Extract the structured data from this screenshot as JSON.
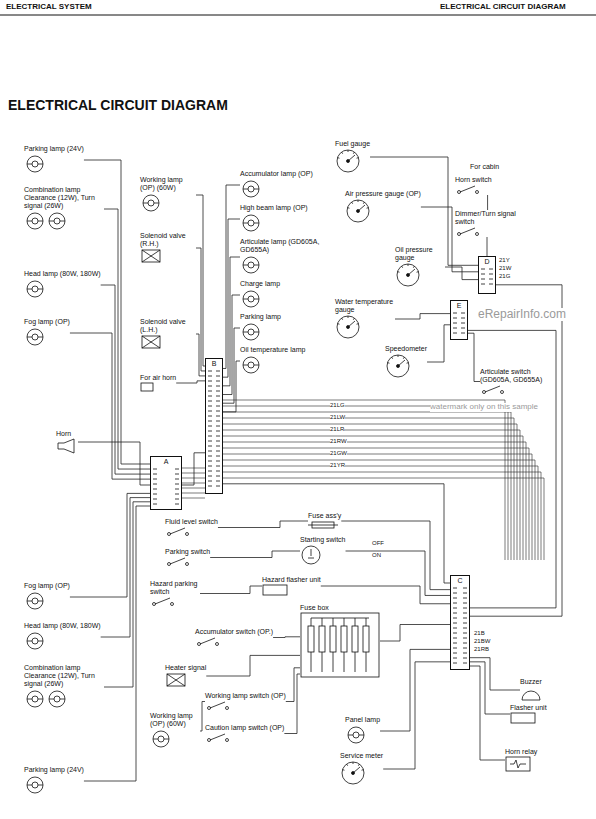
{
  "diagram": {
    "title": "ELECTRICAL CIRCUIT DIAGRAM",
    "nodes": [
      {
        "text": [
          "Parking lamp (24V)"
        ]
      },
      {
        "text": [
          "Combination lamp",
          "Clearance (12W), Turn signal (26W)"
        ]
      },
      {
        "text": [
          "Head lamp (80W, 180W)"
        ]
      },
      {
        "text": [
          "Fog lamp (OP)"
        ]
      },
      {
        "text": [
          "Horn"
        ]
      },
      {
        "text": [
          "Fog lamp (OP)"
        ]
      },
      {
        "text": [
          "Head lamp (80W, 180W)"
        ]
      },
      {
        "text": [
          "Combination lamp",
          "Clearance (12W), Turn signal (26W)"
        ]
      },
      {
        "text": [
          "Parking lamp (24V)"
        ]
      },
      {
        "text": [
          "Working lamp (OP) (60W)"
        ]
      },
      {
        "text": [
          "Solenoid valve (R.H.)"
        ]
      },
      {
        "text": [
          "Solenoid valve (L.H.)"
        ]
      },
      {
        "text": [
          "For air horn"
        ]
      },
      {
        "text": [
          "A"
        ]
      },
      {
        "text": [
          "B"
        ]
      },
      {
        "text": [
          "Accumulator lamp (OP)"
        ]
      },
      {
        "text": [
          "High beam lamp (OP)"
        ]
      },
      {
        "text": [
          "Articulate lamp (GD605A, GD655A)"
        ]
      },
      {
        "text": [
          "Charge lamp"
        ]
      },
      {
        "text": [
          "Parking lamp"
        ]
      },
      {
        "text": [
          "Oil temperature lamp"
        ]
      },
      {
        "text": [
          "Fuel gauge"
        ]
      },
      {
        "text": [
          "Air pressure gauge (OP)"
        ]
      },
      {
        "text": [
          "Oil pressure gauge"
        ]
      },
      {
        "text": [
          "Water temperature gauge"
        ]
      },
      {
        "text": [
          "Speedometer"
        ]
      },
      {
        "text": [
          "Horn switch"
        ]
      },
      {
        "text": [
          "Dimmer/Turn signal switch"
        ]
      },
      {
        "text": [
          "D"
        ]
      },
      {
        "text": [
          "E"
        ]
      },
      {
        "text": [
          "Articulate switch (GD605A, GD655A)"
        ]
      },
      {
        "text": [
          "Fluid level switch"
        ]
      },
      {
        "text": [
          "Parking switch"
        ]
      },
      {
        "text": [
          "Hazard parking switch"
        ]
      },
      {
        "text": [
          "Accumulator switch (OP.)"
        ]
      },
      {
        "text": [
          "Heater signal"
        ]
      },
      {
        "text": [
          "Working lamp switch (OP)"
        ]
      },
      {
        "text": [
          "Working lamp (OP) (60W)"
        ]
      },
      {
        "text": [
          "Caution lamp switch (OP)"
        ]
      },
      {
        "text": [
          "Fuse ass'y"
        ]
      },
      {
        "text": [
          "Starting switch"
        ]
      },
      {
        "text": [
          "Hazard flasher unit"
        ]
      },
      {
        "text": [
          "Fuse box"
        ]
      },
      {
        "text": [
          "Panel lamp"
        ]
      },
      {
        "text": [
          "Service meter"
        ]
      },
      {
        "text": [
          "C"
        ]
      },
      {
        "text": [
          "Buzzer"
        ]
      },
      {
        "text": [
          "Flasher unit"
        ]
      },
      {
        "text": [
          "Horn relay"
        ]
      }
    ],
    "edges": [
      {
        "from": 0,
        "to": 13,
        "arrow": "none"
      },
      {
        "from": 1,
        "to": 13,
        "arrow": "none"
      },
      {
        "from": 2,
        "to": 13,
        "arrow": "none"
      },
      {
        "from": 3,
        "to": 13,
        "arrow": "none"
      },
      {
        "from": 4,
        "to": 13,
        "arrow": "none"
      },
      {
        "from": 5,
        "to": 13,
        "arrow": "none"
      },
      {
        "from": 6,
        "to": 13,
        "arrow": "none"
      },
      {
        "from": 7,
        "to": 13,
        "arrow": "none"
      },
      {
        "from": 8,
        "to": 13,
        "arrow": "none"
      },
      {
        "from": 9,
        "to": 14,
        "arrow": "none"
      },
      {
        "from": 10,
        "to": 14,
        "arrow": "none"
      },
      {
        "from": 11,
        "to": 14,
        "arrow": "none"
      },
      {
        "from": 12,
        "to": 14,
        "arrow": "none"
      },
      {
        "from": 13,
        "to": 14,
        "arrow": "none"
      },
      {
        "from": 15,
        "to": 14,
        "arrow": "none"
      },
      {
        "from": 16,
        "to": 14,
        "arrow": "none"
      },
      {
        "from": 17,
        "to": 14,
        "arrow": "none"
      },
      {
        "from": 18,
        "to": 14,
        "arrow": "none"
      },
      {
        "from": 19,
        "to": 14,
        "arrow": "none"
      },
      {
        "from": 20,
        "to": 14,
        "arrow": "none"
      },
      {
        "from": 21,
        "to": 28,
        "arrow": "none"
      },
      {
        "from": 22,
        "to": 28,
        "arrow": "none"
      },
      {
        "from": 23,
        "to": 28,
        "arrow": "none"
      },
      {
        "from": 24,
        "to": 29,
        "arrow": "none"
      },
      {
        "from": 25,
        "to": 29,
        "arrow": "none"
      },
      {
        "from": 26,
        "to": 27,
        "arrow": "none"
      },
      {
        "from": 27,
        "to": 28,
        "arrow": "none"
      },
      {
        "from": 30,
        "to": 29,
        "arrow": "none"
      },
      {
        "from": 14,
        "to": 45,
        "arrow": "none"
      },
      {
        "from": 28,
        "to": 45,
        "arrow": "none"
      },
      {
        "from": 29,
        "to": 45,
        "arrow": "none"
      },
      {
        "from": 31,
        "to": 39,
        "arrow": "none"
      },
      {
        "from": 32,
        "to": 40,
        "arrow": "none"
      },
      {
        "from": 33,
        "to": 41,
        "arrow": "none"
      },
      {
        "from": 34,
        "to": 42,
        "arrow": "none"
      },
      {
        "from": 35,
        "to": 42,
        "arrow": "none"
      },
      {
        "from": 36,
        "to": 42,
        "arrow": "none"
      },
      {
        "from": 38,
        "to": 42,
        "arrow": "none"
      },
      {
        "from": 37,
        "to": 36,
        "arrow": "none"
      },
      {
        "from": 39,
        "to": 45,
        "arrow": "none"
      },
      {
        "from": 40,
        "to": 45,
        "arrow": "none"
      },
      {
        "from": 41,
        "to": 45,
        "arrow": "none"
      },
      {
        "from": 42,
        "to": 45,
        "arrow": "none"
      },
      {
        "from": 43,
        "to": 45,
        "arrow": "none"
      },
      {
        "from": 44,
        "to": 45,
        "arrow": "none"
      },
      {
        "from": 45,
        "to": 46,
        "arrow": "none"
      },
      {
        "from": 45,
        "to": 47,
        "arrow": "none"
      },
      {
        "from": 45,
        "to": 48,
        "arrow": "none"
      }
    ],
    "labels": [
      "ELECTRICAL SYSTEM",
      "ELECTRICAL CIRCUIT DIAGRAM",
      "For cabin",
      "OFF",
      "ON",
      "eRepairInfo.com",
      "watermark only on this sample",
      "21Y",
      "21W",
      "21G",
      "21LG",
      "21LW",
      "21LR",
      "21RW",
      "21GW",
      "21YR",
      "21B",
      "21BW",
      "21RB"
    ]
  }
}
